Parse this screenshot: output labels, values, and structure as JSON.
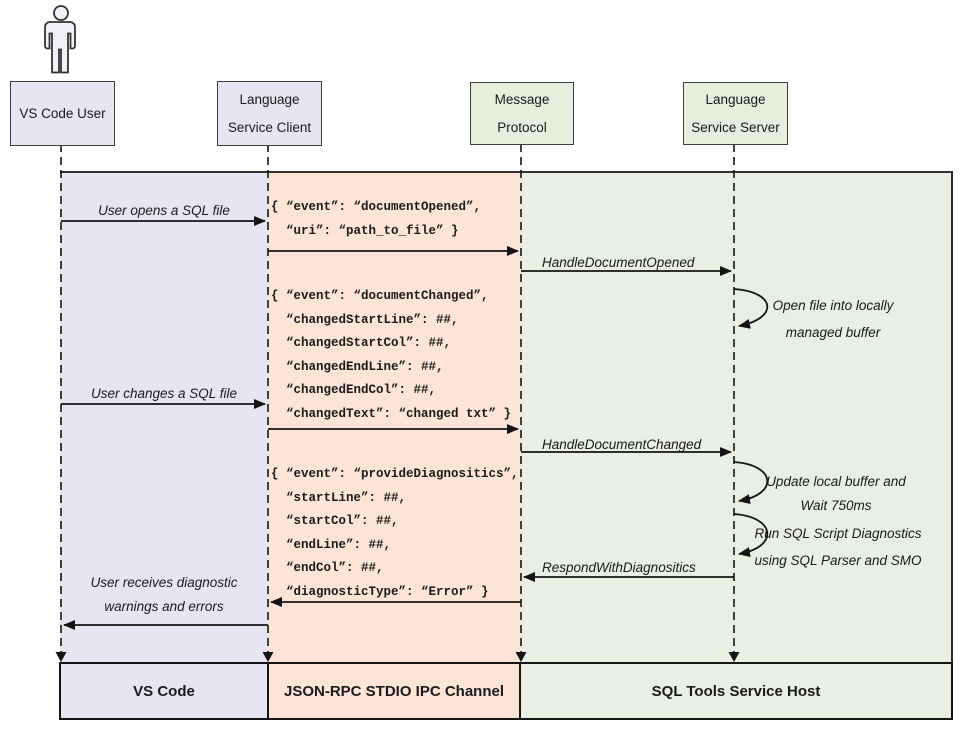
{
  "actors": {
    "user": {
      "line1": "VS Code User"
    },
    "client": {
      "line1": "Language",
      "line2": "Service Client"
    },
    "protocol": {
      "line1": "Message",
      "line2": "Protocol"
    },
    "server": {
      "line1": "Language",
      "line2": "Service Server"
    }
  },
  "footers": {
    "vscode": "VS Code",
    "ipc_channel": "JSON-RPC STDIO IPC Channel",
    "service_host": "SQL Tools Service Host"
  },
  "messages": {
    "user_opens_file": "User opens a SQL file",
    "user_changes_file": "User changes a SQL file",
    "user_receives_line1": "User receives diagnostic",
    "user_receives_line2": "warnings and errors",
    "handle_document_opened": "HandleDocumentOpened",
    "handle_document_changed": "HandleDocumentChanged",
    "respond_with_diagnostics": "RespondWithDiagnositics"
  },
  "server_notes": {
    "open_file_line1": "Open file into locally",
    "open_file_line2": "managed buffer",
    "update_buffer_line1": "Update local buffer and",
    "update_buffer_line2": "Wait 750ms",
    "run_diagnostics_line1": "Run SQL Script Diagnostics",
    "run_diagnostics_line2": "using SQL Parser and SMO"
  },
  "payloads": {
    "document_opened": "{ “event”: “documentOpened”,\n  “uri”: “path_to_file” }",
    "document_changed": "{ “event”: “documentChanged”,\n  “changedStartLine”: ##,\n  “changedStartCol”: ##,\n  “changedEndLine”: ##,\n  “changedEndCol”: ##,\n  “changedText”: “changed txt” }",
    "provide_diagnostics": "{ “event”: “provideDiagnositics”,\n  “startLine”: ##,\n  “startCol”: ##,\n  “endLine”: ##,\n  “endCol”: ##,\n  “diagnosticType”: “Error” }"
  },
  "colors": {
    "lane_vscode": "#e7e5f1",
    "lane_ipc": "#fce5d6",
    "lane_host": "#e9efe1",
    "line": "#141414"
  }
}
